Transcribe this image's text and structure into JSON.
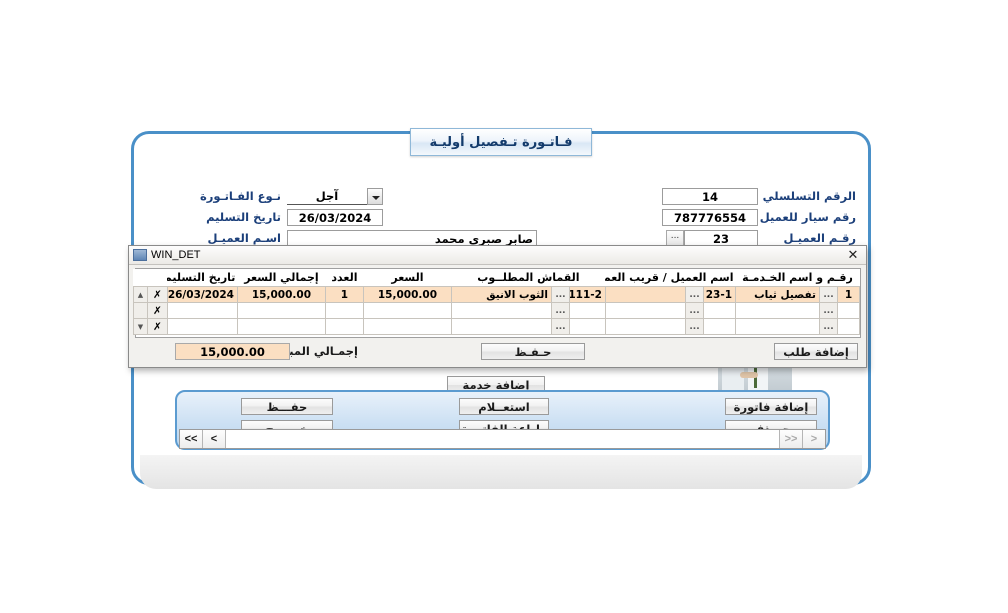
{
  "window": {
    "title": "فـاتـورة تـفصيل أوليـة"
  },
  "header_form": {
    "right_fields": [
      {
        "label": "الرقم التسلسلي",
        "value": "14"
      },
      {
        "label": "رقم سيار للعميل",
        "value": "787776554"
      },
      {
        "label": "رقـم العميـل",
        "value": "23",
        "browse": "..."
      }
    ],
    "left_fields": [
      {
        "label": "نـوع الفـاتـورة",
        "value": "آجل",
        "type": "combo"
      },
      {
        "label": "تاريخ التسليم",
        "value": "26/03/2024",
        "type": "text"
      },
      {
        "label": "اسـم العميـل",
        "value": "صابر صبري محمد",
        "type": "text"
      }
    ]
  },
  "detail_dialog": {
    "titlebar": "WIN_DET",
    "close_label": "✕",
    "icon": "window-icon",
    "columns": [
      "رقـم و اسم الخـدمـة",
      "اسم العميل / قريب العميل",
      "القماش المطلــوب",
      "السعر",
      "العدد",
      "إجمالي السعر",
      "تاريخ التسليم"
    ],
    "rows": [
      {
        "index": "1",
        "service_browse": "...",
        "service_name": "تفصيل ثياب",
        "client_browse": "...",
        "client_code": "23-1",
        "client_name": "",
        "fabric_browse": "...",
        "fabric_code": "111-2",
        "fabric_name": "الثوب الانيق",
        "price": "15,000.00",
        "qty": "1",
        "total": "15,000.00",
        "delivery_date": "26/03/2024",
        "delete_mark": "✗",
        "filled": true
      },
      {
        "index": "",
        "service_browse": "...",
        "service_name": "",
        "client_browse": "...",
        "client_code": "",
        "client_name": "",
        "fabric_browse": "...",
        "fabric_code": "",
        "fabric_name": "",
        "price": "",
        "qty": "",
        "total": "",
        "delivery_date": "",
        "delete_mark": "✗",
        "filled": false
      },
      {
        "index": "",
        "service_browse": "...",
        "service_name": "",
        "client_browse": "...",
        "client_code": "",
        "client_name": "",
        "fabric_browse": "...",
        "fabric_code": "",
        "fabric_name": "",
        "price": "",
        "qty": "",
        "total": "",
        "delivery_date": "",
        "delete_mark": "✗",
        "filled": false
      }
    ],
    "add_request_button": "إضافة طلب",
    "save_button": "حـفـظ",
    "total_label": "إجمـالي المبلغ",
    "total_value": "15,000.00"
  },
  "add_service_button": "إضافة خدمة",
  "action_panel": {
    "buttons": [
      {
        "label": "إضافة فاتورة",
        "name": "add-invoice-button"
      },
      {
        "label": "حـــذف",
        "name": "delete-button"
      },
      {
        "label": "استعــلام",
        "name": "query-button"
      },
      {
        "label": "طباعة الفاتورة",
        "name": "print-invoice-button"
      },
      {
        "label": "حفـــظ",
        "name": "save-button"
      },
      {
        "label": "خـــروج",
        "name": "exit-button"
      }
    ]
  },
  "navigation": {
    "first": "<<",
    "previous": "<",
    "next": ">",
    "last": ">>",
    "field_value": ""
  },
  "colors": {
    "accent_blue": "#4a90c8",
    "title_text": "#123a6b",
    "row_highlight": "#fbdfc2",
    "delete_mark": "#cc0000"
  }
}
